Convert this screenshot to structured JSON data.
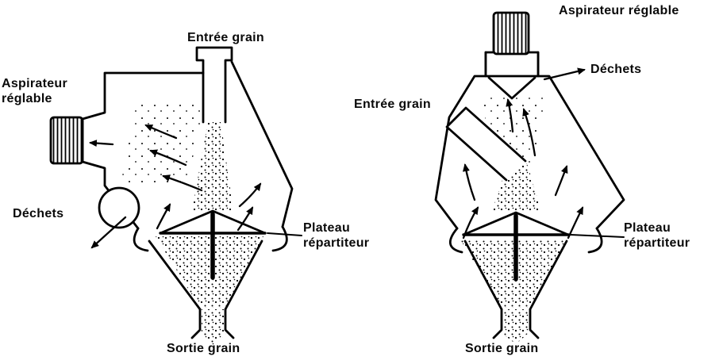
{
  "figure": {
    "left_machine": {
      "entree_grain": "Entrée grain",
      "aspirateur_line1": "Aspirateur",
      "aspirateur_line2": "réglable",
      "dechets": "Déchets",
      "plateau_line1": "Plateau",
      "plateau_line2": "répartiteur",
      "sortie_grain": "Sortie grain"
    },
    "right_machine": {
      "aspirateur": "Aspirateur réglable",
      "dechets": "Déchets",
      "entree_grain": "Entrée grain",
      "plateau_line1": "Plateau",
      "plateau_line2": "répartiteur",
      "sortie_grain": "Sortie grain"
    },
    "colors": {
      "ink": "#000000",
      "background": "#ffffff"
    }
  }
}
